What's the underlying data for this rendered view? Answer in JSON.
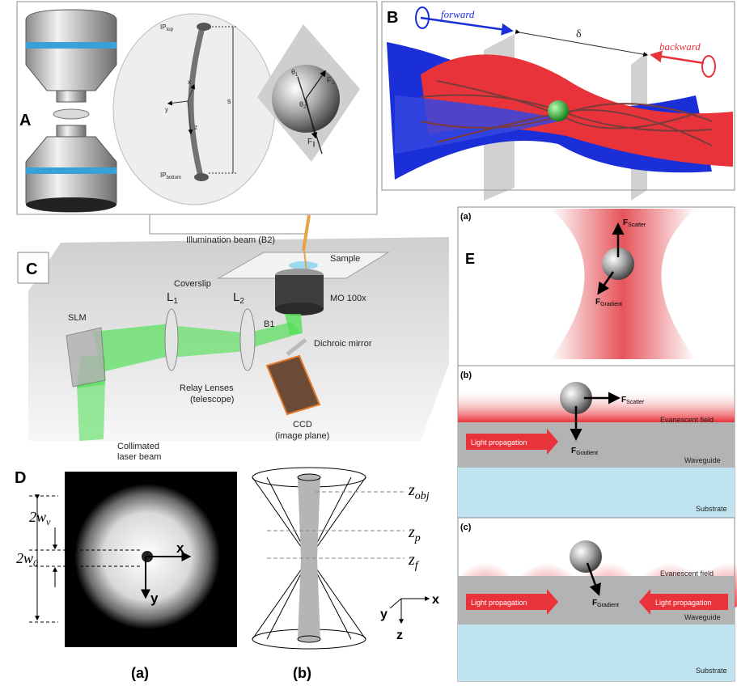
{
  "panel_a": {
    "letter": "A",
    "ip_top": "IP",
    "ip_top_sub": "top",
    "ip_bottom": "IP",
    "ip_bottom_sub": "bottom",
    "dim_s": "s",
    "axis_x": "x",
    "axis_y": "y",
    "axis_z": "z",
    "theta1": "θ",
    "theta1_sub": "1",
    "theta2": "θ",
    "theta2_sub": "2",
    "f_perp": "F",
    "f_perp_sub": "⊥",
    "f_par": "F",
    "f_par_sub": "∥"
  },
  "panel_b": {
    "letter": "B",
    "forward": "forward",
    "backward": "backward",
    "delta": "δ"
  },
  "panel_c": {
    "letter": "C",
    "illumination": "Illumination beam (B2)",
    "sample": "Sample",
    "coverslip": "Coverslip",
    "objective": "MO 100x",
    "slm": "SLM",
    "l1": "L",
    "l1_sub": "1",
    "l2": "L",
    "l2_sub": "2",
    "b1": "B1",
    "dichroic": "Dichroic mirror",
    "relay_1": "Relay Lenses",
    "relay_2": "(telescope)",
    "ccd_1": "CCD",
    "ccd_2": "(image plane)",
    "laser_1": "Collimated",
    "laser_2": "laser beam"
  },
  "panel_d": {
    "letter": "D",
    "wv": "2w",
    "wv_sub": "v",
    "w0": "2w",
    "w0_sub": "0",
    "x": "x",
    "y": "y",
    "sub_a": "(a)",
    "sub_b": "(b)",
    "zobj": "z",
    "zobj_sub": "obj",
    "zp": "z",
    "zp_sub": "p",
    "zf": "z",
    "zf_sub": "f",
    "ax_x": "x",
    "ax_y": "y",
    "ax_z": "z"
  },
  "panel_e": {
    "letter": "E",
    "a": "(a)",
    "b": "(b)",
    "c": "(c)",
    "f": "F",
    "scatter": "Scatter",
    "gradient": "Gradient",
    "evanescent": "Evanescent field",
    "waveguide": "Waveguide",
    "substrate": "Substrate",
    "light_prop": "Light propagation"
  },
  "colors": {
    "laser_green": "#55e05a",
    "red_field": "#e8333a",
    "blue_surface": "#1b2fd8",
    "substrate": "#bfe3ef",
    "waveguide": "#b3b3b3"
  }
}
